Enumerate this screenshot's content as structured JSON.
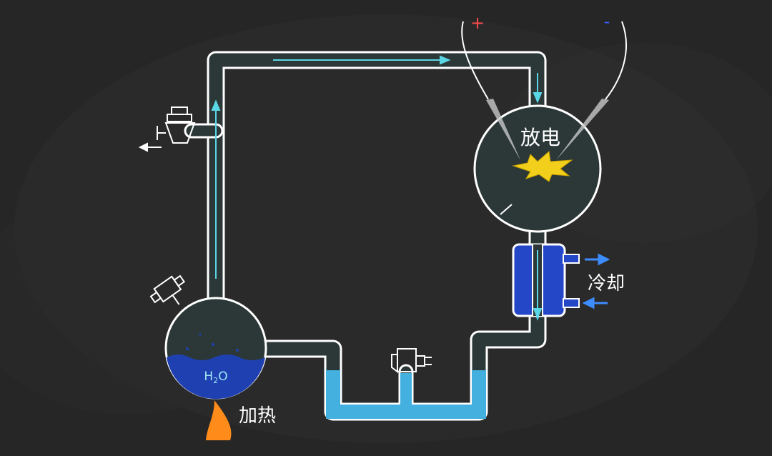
{
  "labels": {
    "plus": "+",
    "minus": "-",
    "discharge": "放电",
    "cooling": "冷却",
    "heating": "加热",
    "water_base": "H",
    "water_sub": "2",
    "water_end": "O"
  },
  "colors": {
    "background": "#262626",
    "tube_outline": "#ffffff",
    "tube_fill": "#2c3838",
    "flow_arrow": "#5ad7e6",
    "water": "#1f40b0",
    "liquid_trap": "#43b0e0",
    "condenser": "#2447c8",
    "spark": "#f2cf1a",
    "plus": "#ff4a4a",
    "minus": "#3a5cff",
    "flame": "#ff8c1a",
    "cool_arrow": "#3d8cff",
    "electrode": "#c8c8c8"
  },
  "icons": [
    "stopcock-valve-icon",
    "flame-icon",
    "spark-icon",
    "electrode-icon",
    "flow-arrow-icon",
    "cooling-arrow-icon"
  ]
}
